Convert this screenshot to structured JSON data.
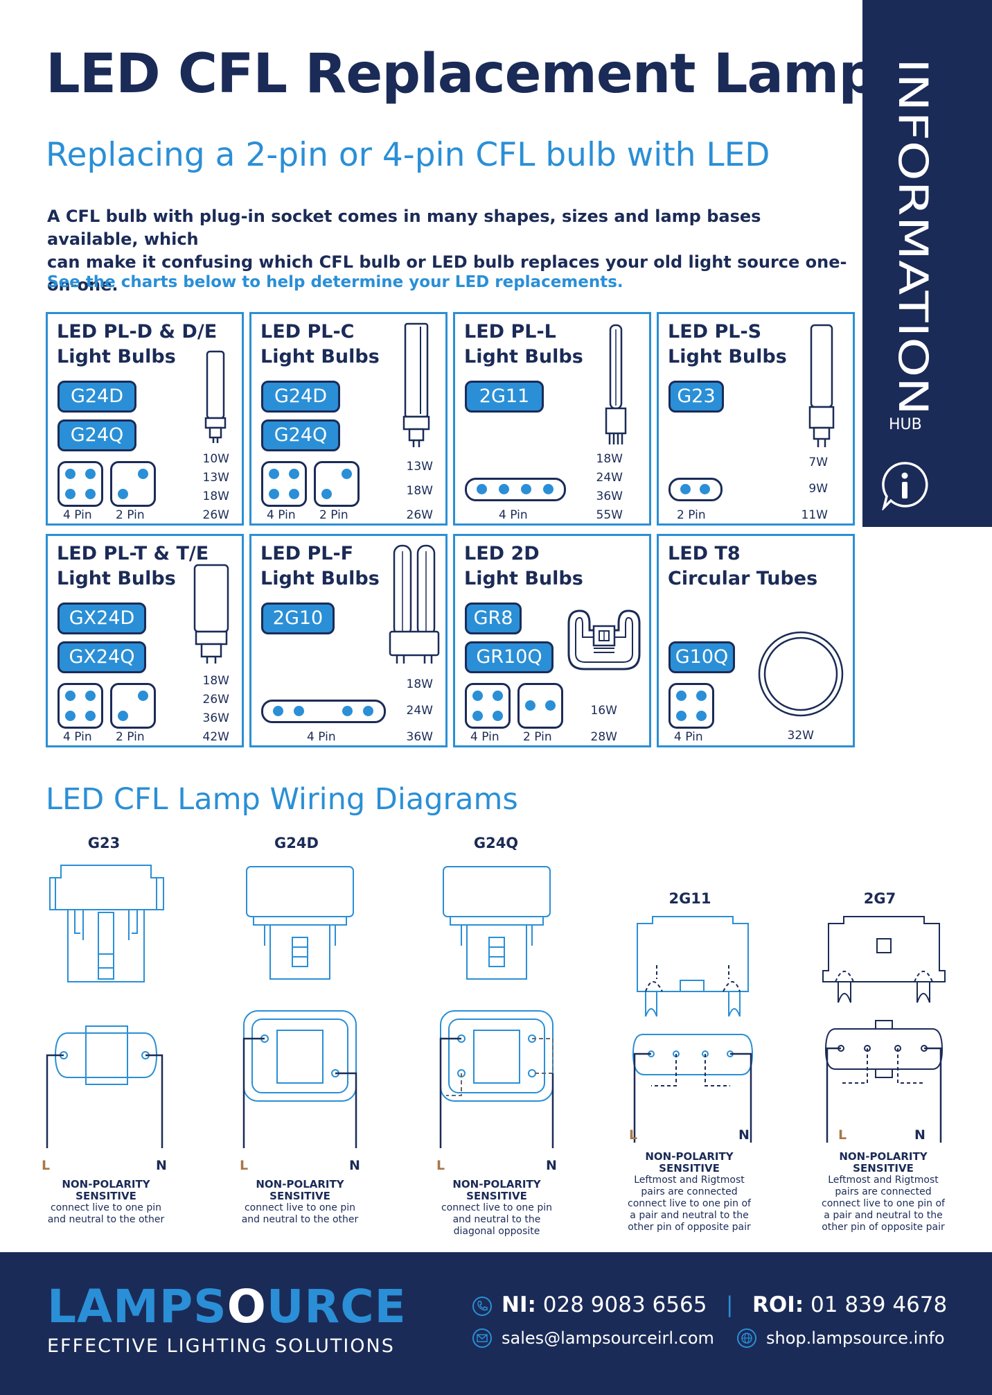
{
  "header": {
    "title": "LED CFL Replacement Lamps",
    "subtitle": "Replacing a 2-pin or 4-pin CFL bulb with LED",
    "intro_line1": "A CFL bulb with plug-in socket comes in many shapes, sizes and lamp bases available, which",
    "intro_line2": "can make it confusing which CFL bulb or LED bulb replaces your old light source one-on-one.",
    "see_charts": "See the charts below to help determine your LED replacements."
  },
  "info_hub": {
    "main": "INFORMATION",
    "sub": "HUB",
    "icon": "info-icon"
  },
  "cards": [
    {
      "title": "LED PL-D & D/E\nLight Bulbs",
      "bases": [
        "G24D",
        "G24Q"
      ],
      "pins": [
        "4 Pin",
        "2 Pin"
      ],
      "watts": [
        "10W",
        "13W",
        "18W",
        "26W"
      ]
    },
    {
      "title": "LED PL-C\nLight Bulbs",
      "bases": [
        "G24D",
        "G24Q"
      ],
      "pins": [
        "4 Pin",
        "2 Pin"
      ],
      "watts": [
        "13W",
        "18W",
        "26W"
      ]
    },
    {
      "title": "LED PL-L\nLight Bulbs",
      "bases": [
        "2G11"
      ],
      "pins": [
        "4 Pin"
      ],
      "watts": [
        "18W",
        "24W",
        "36W",
        "55W"
      ]
    },
    {
      "title": "LED PL-S\nLight Bulbs",
      "bases": [
        "G23"
      ],
      "pins": [
        "2 Pin"
      ],
      "watts": [
        "7W",
        "9W",
        "11W"
      ]
    },
    {
      "title": "LED PL-T & T/E\nLight Bulbs",
      "bases": [
        "GX24D",
        "GX24Q"
      ],
      "pins": [
        "4 Pin",
        "2 Pin"
      ],
      "watts": [
        "18W",
        "26W",
        "36W",
        "42W"
      ]
    },
    {
      "title": "LED PL-F\nLight Bulbs",
      "bases": [
        "2G10"
      ],
      "pins": [
        "4 Pin"
      ],
      "watts": [
        "18W",
        "24W",
        "36W"
      ]
    },
    {
      "title": "LED 2D\nLight Bulbs",
      "bases": [
        "GR8",
        "GR10Q"
      ],
      "pins": [
        "4 Pin",
        "2 Pin"
      ],
      "watts": [
        "16W",
        "28W"
      ]
    },
    {
      "title": "LED T8\nCircular Tubes",
      "bases": [
        "G10Q"
      ],
      "pins": [
        "4 Pin"
      ],
      "watts": [
        "32W"
      ]
    }
  ],
  "wiring": {
    "title": "LED CFL Lamp Wiring Diagrams",
    "live": "L",
    "neutral": "N",
    "diagrams": [
      {
        "name": "G23",
        "heading": "NON-POLARITY SENSITIVE",
        "desc1": "connect live to one pin",
        "desc2": "and neutral to the other",
        "desc3": "",
        "desc4": ""
      },
      {
        "name": "G24D",
        "heading": "NON-POLARITY SENSITIVE",
        "desc1": "connect live to one pin",
        "desc2": "and neutral to the other",
        "desc3": "",
        "desc4": ""
      },
      {
        "name": "G24Q",
        "heading": "NON-POLARITY SENSITIVE",
        "desc1": "connect live to one pin",
        "desc2": "and neutral to the",
        "desc3": "diagonal opposite",
        "desc4": ""
      },
      {
        "name": "2G11",
        "heading": "NON-POLARITY SENSITIVE",
        "desc1": "Leftmost and Rigtmost",
        "desc2": "pairs are connected",
        "desc3": "connect live to one pin of",
        "desc4": "a pair and neutral to the",
        "desc5": "other pin of opposite pair"
      },
      {
        "name": "2G7",
        "heading": "NON-POLARITY SENSITIVE",
        "desc1": "Leftmost and Rigtmost",
        "desc2": "pairs are connected",
        "desc3": "connect live to one pin of",
        "desc4": "a pair and neutral to the",
        "desc5": "other pin of opposite pair"
      }
    ]
  },
  "footer": {
    "logo_left": "LAMPS",
    "logo_o": "O",
    "logo_right": "URCE",
    "tagline": "EFFECTIVE LIGHTING SOLUTIONS",
    "ni_label": "NI:",
    "ni_phone": "028 9083 6565",
    "roi_label": "ROI:",
    "roi_phone": "01 839 4678",
    "email": "sales@lampsourceirl.com",
    "web": "shop.lampsource.info",
    "separator": "|"
  },
  "colors": {
    "navy": "#1b2b57",
    "blue": "#2a8fd6",
    "live": "#a8774a"
  }
}
